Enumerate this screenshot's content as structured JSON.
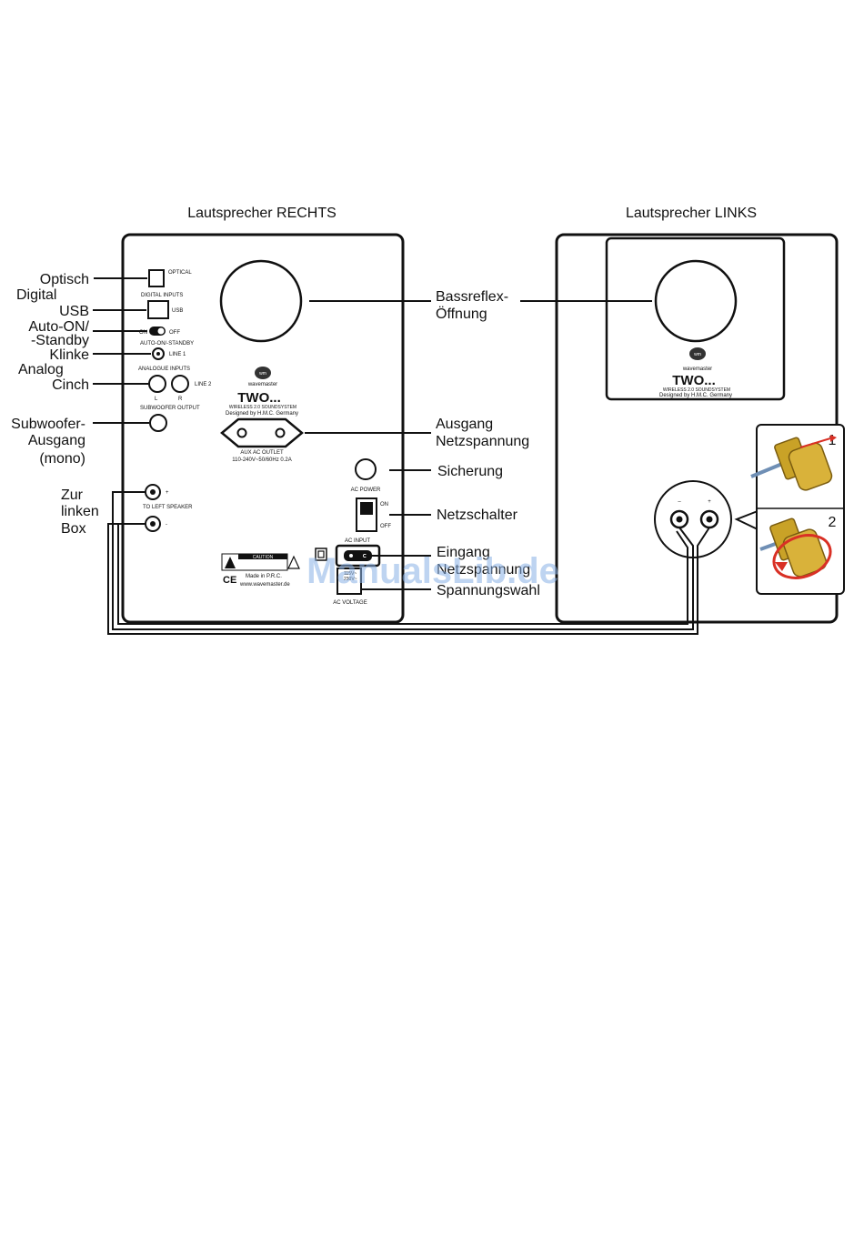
{
  "titles": {
    "right": "Lautsprecher RECHTS",
    "left": "Lautsprecher LINKS"
  },
  "callouts_left": {
    "optisch": "Optisch",
    "digital": "Digital",
    "usb": "USB",
    "auto_on": "Auto-ON/",
    "standby": "-Standby",
    "klinke": "Klinke",
    "analog": "Analog",
    "cinch": "Cinch",
    "sub1": "Subwoofer-",
    "sub2": "Ausgang",
    "sub3": "(mono)",
    "zur": "Zur",
    "linken": "linken",
    "box": "Box"
  },
  "callouts_center": {
    "bass1": "Bassreflex-",
    "bass2": "Öffnung",
    "ausgang1": "Ausgang",
    "ausgang2": "Netzspannung",
    "sicherung": "Sicherung",
    "netzschalter": "Netzschalter",
    "eingang1": "Eingang",
    "eingang2": "Netzspannung",
    "spannungswahl": "Spannungswahl"
  },
  "panel": {
    "optical": "OPTICAL",
    "digital_inputs": "DIGITAL INPUTS",
    "usb": "USB",
    "on": "ON",
    "off": "OFF",
    "auto_standby": "AUTO-ON/-STANDBY",
    "line1": "LINE 1",
    "analogue_inputs": "ANALOGUE INPUTS",
    "line2": "LINE 2",
    "l": "L",
    "r": "R",
    "sub_output": "SUBWOOFER OUTPUT",
    "to_left": "TO LEFT SPEAKER",
    "plus": "+",
    "minus": "-",
    "brand": "wavemaster",
    "model": "TWO...",
    "system": "WIRELESS 2.0 SOUNDSYSTEM",
    "designed": "Designed by H.M.C. Germany",
    "aux_outlet": "AUX AC OUTLET",
    "aux_rating": "110-240V~50/60Hz 0.2A",
    "ac_power": "AC POWER",
    "sw_on": "ON",
    "sw_off": "OFF",
    "ac_input": "AC INPUT",
    "ac_voltage": "AC VOLTAGE",
    "caution": "CAUTION",
    "made_in": "Made in P.R.C.",
    "website": "www.wavemaster.de",
    "ce": "CE"
  },
  "left_speaker": {
    "brand": "wavemaster",
    "model": "TWO...",
    "system": "WIRELESS 2.0 SOUNDSYSTEM",
    "designed": "Designed by H.M.C. Germany",
    "minus": "–",
    "plus": "+",
    "step1": "1",
    "step2": "2"
  },
  "watermark": "ManualsLib.de",
  "colors": {
    "line": "#111111",
    "gold": "#c9a227",
    "red_arrow": "#d93025",
    "wire": "#6f8fb5",
    "watermark": "#8ab2e6"
  }
}
